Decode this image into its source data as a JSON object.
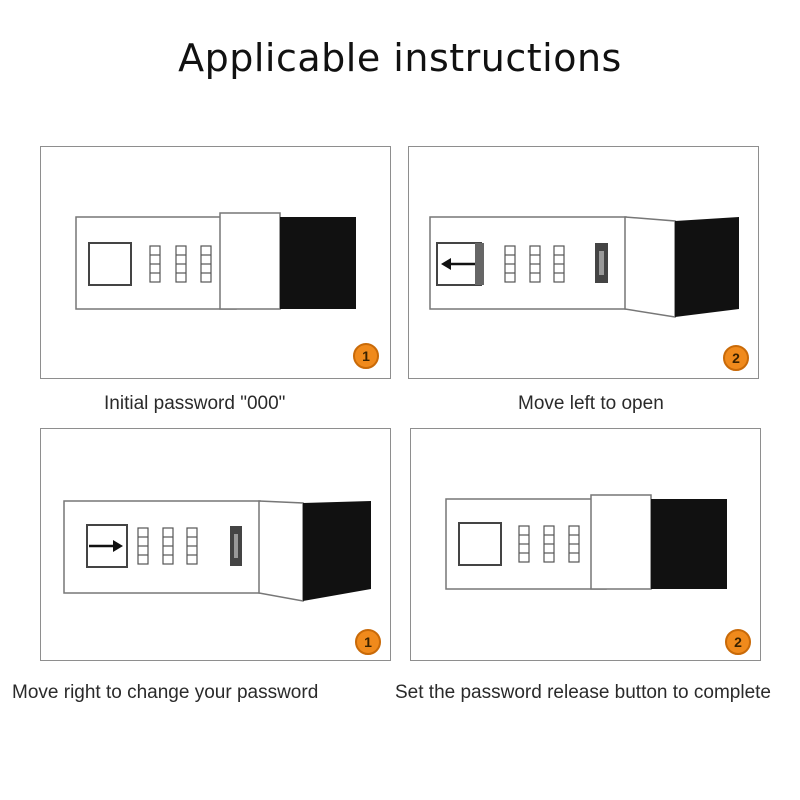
{
  "title": "Applicable instructions",
  "accent_color": "#f08a1c",
  "panels": [
    {
      "step": "1",
      "caption": "Initial password \"000\"",
      "arrow": "none"
    },
    {
      "step": "2",
      "caption": "Move left to open",
      "arrow": "left"
    },
    {
      "step": "1",
      "caption": "Move right to change your password",
      "arrow": "right"
    },
    {
      "step": "2",
      "caption": "Set the password release button to complete",
      "arrow": "none"
    }
  ]
}
